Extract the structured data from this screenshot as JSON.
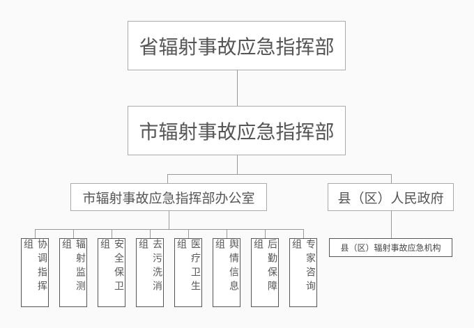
{
  "province": "省辐射事故应急指挥部",
  "city": "市辐射事故应急指挥部",
  "office": "市辐射事故应急指挥部办公室",
  "county_gov": "县（区）人民政府",
  "county_agency": "县（区）辐射事故应急机构",
  "groups": [
    "协调指挥组",
    "辐射监测组",
    "安全保卫组",
    "去污洗消组",
    "医疗卫生组",
    "舆情信息组",
    "后勤保障组",
    "专家咨询组"
  ]
}
